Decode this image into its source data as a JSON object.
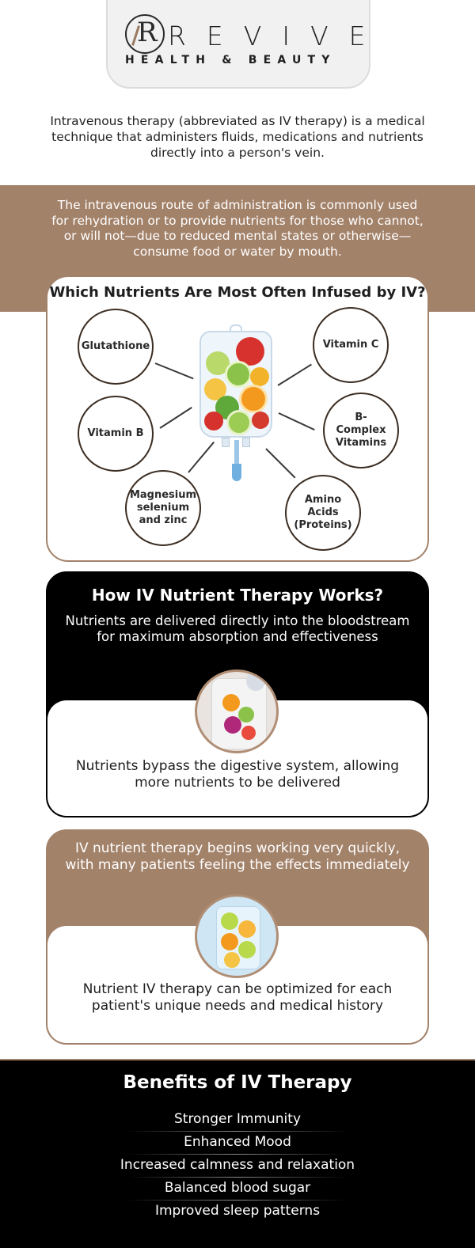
{
  "brand": {
    "name": "REVIVE",
    "tagline": "HEALTH & BEAUTY",
    "monogram": "R"
  },
  "intro": {
    "text": "Intravenous therapy (abbreviated as IV therapy) is a medical technique that administers fluids, medications and nutrients directly into a person's vein."
  },
  "route": {
    "text": "The intravenous route of administration is commonly used for rehydration or to provide nutrients for those who cannot, or will not—due to reduced mental states or otherwise—consume food or water by mouth."
  },
  "nutrients": {
    "title": "Which Nutrients Are Most Often Infused by IV?",
    "items": [
      "Glutathione",
      "Vitamin C",
      "Vitamin B",
      "B-Complex Vitamins",
      "Magnesium selenium and zinc",
      "Amino Acids (Proteins)"
    ]
  },
  "how": {
    "title": "How IV Nutrient Therapy Works?",
    "subtitle": "Nutrients are delivered directly into the bloodstream for maximum absorption and effectiveness",
    "bottom": "Nutrients bypass the digestive system, allowing more nutrients to be delivered"
  },
  "quick": {
    "top": "IV nutrient therapy begins working very quickly, with many patients feeling the effects immediately",
    "bottom": "Nutrient IV therapy can be optimized for each patient's unique needs and medical history"
  },
  "benefits": {
    "title": "Benefits of IV Therapy",
    "items": [
      "Stronger Immunity",
      "Enhanced Mood",
      "Increased calmness and relaxation",
      "Balanced blood sugar",
      "Improved sleep patterns"
    ]
  },
  "colors": {
    "accent": "#a3826a",
    "dark": "#000000"
  }
}
